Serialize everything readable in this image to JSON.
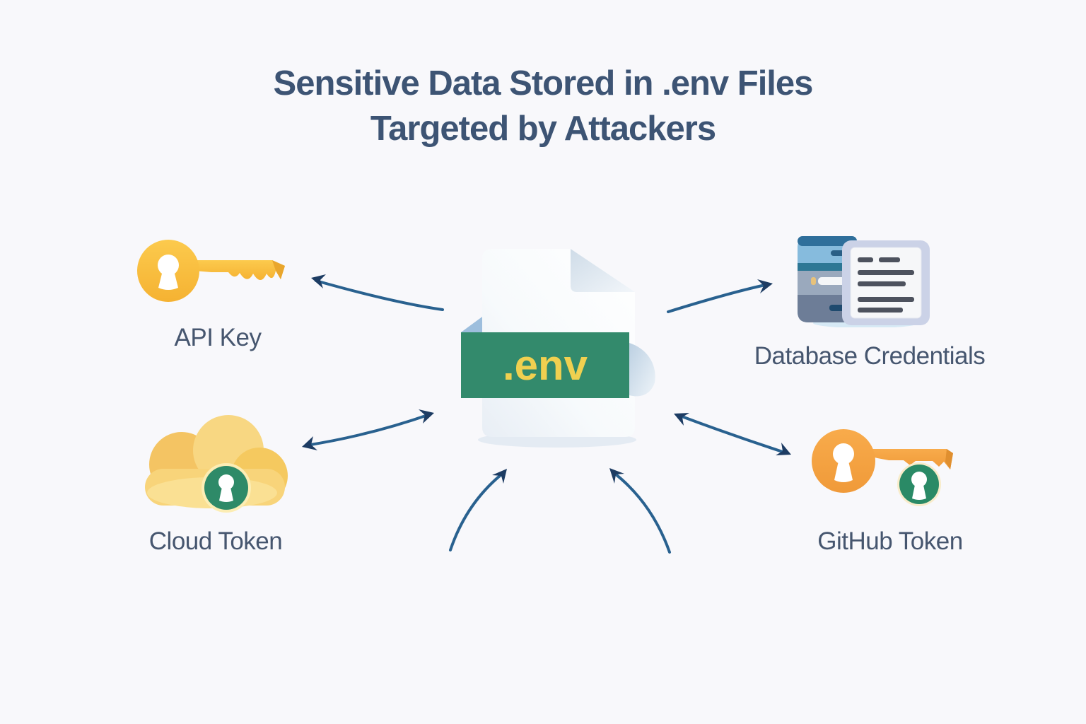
{
  "title": {
    "line1": "Sensitive Data Stored in .env Files",
    "line2": "Targeted by Attackers"
  },
  "center": {
    "label": ".env",
    "icon": "env-file-icon"
  },
  "nodes": {
    "api_key": {
      "label": "API Key",
      "icon": "key-icon"
    },
    "database": {
      "label": "Database Credentials",
      "icon": "database-document-icon"
    },
    "cloud": {
      "label": "Cloud Token",
      "icon": "cloud-lock-icon"
    },
    "github": {
      "label": "GitHub Token",
      "icon": "key-lock-icon"
    }
  },
  "colors": {
    "background": "#f8f8fb",
    "title_text": "#3d5474",
    "label_text": "#46566f",
    "banner_green": "#338a6c",
    "env_text_yellow": "#f0d050",
    "key_gold": "#f9bd41",
    "key_orange": "#f5a845",
    "badge_green": "#2e8a68",
    "database_blue": "#86bbdd",
    "card_lavender": "#cbd2e7",
    "arrow_blue": "#29618f",
    "arrowhead_navy": "#1d3c63"
  }
}
